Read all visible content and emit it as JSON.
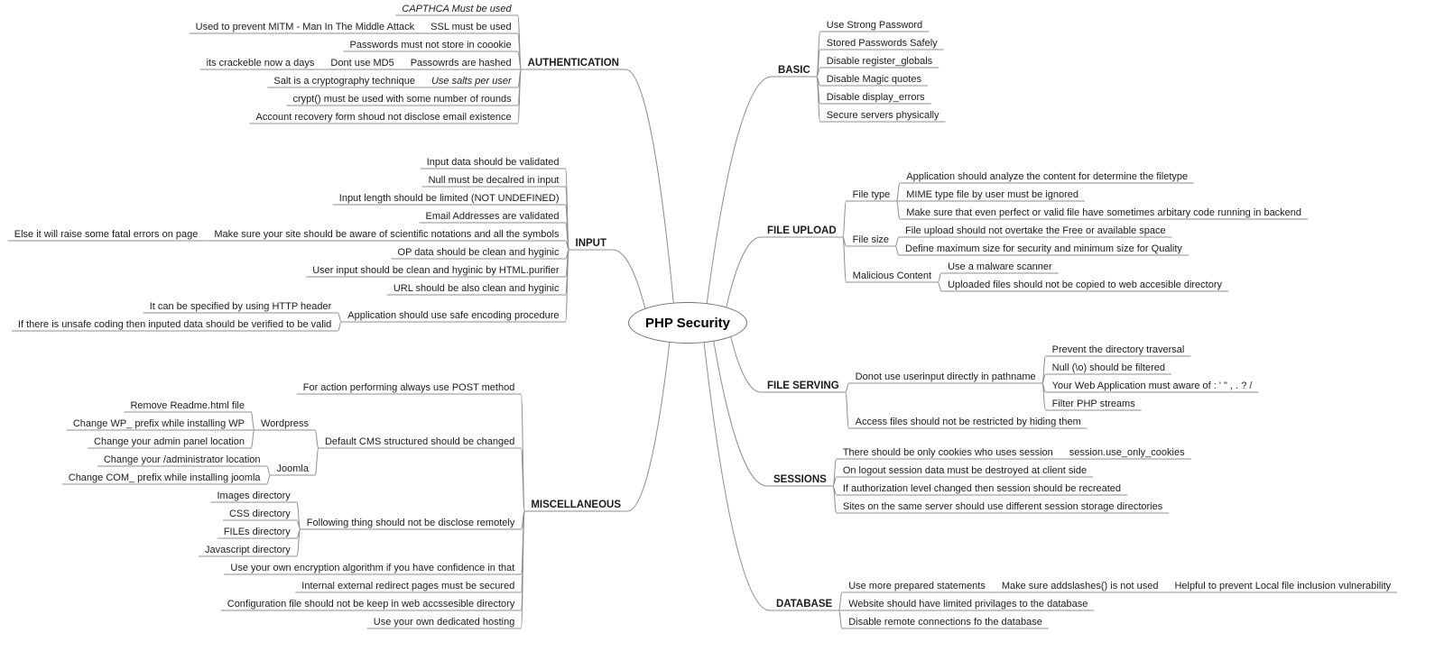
{
  "title": "PHP Security mind map",
  "colors": {
    "background": "#ffffff",
    "edge_line": "#8f8f8f",
    "node_text": "#1c1c1c",
    "root_border": "#707070"
  },
  "root": {
    "label": "PHP Security"
  },
  "left": [
    {
      "label": "AUTHENTICATION",
      "children": [
        {
          "label": "CAPTHCA Must be used",
          "italic": true
        },
        {
          "label": "SSL must be used",
          "children": [
            {
              "label": "Used to prevent MITM - Man In The Middle Attack"
            }
          ]
        },
        {
          "label": "Passwords must not store in coookie"
        },
        {
          "label": "Passowrds are hashed",
          "children": [
            {
              "label": "Dont use MD5",
              "children": [
                {
                  "label": "its crackeble now a days"
                }
              ]
            }
          ]
        },
        {
          "label": "Use salts per user",
          "italic": true,
          "children": [
            {
              "label": "Salt is a cryptography technique"
            }
          ]
        },
        {
          "label": "crypt() must be used with some number of rounds"
        },
        {
          "label": "Account recovery form shoud not disclose email existence"
        }
      ]
    },
    {
      "label": "INPUT",
      "children": [
        {
          "label": "Input data should be validated"
        },
        {
          "label": "Null must be decalred in input"
        },
        {
          "label": "Input length should be limited (NOT UNDEFINED)"
        },
        {
          "label": "Email Addresses are validated"
        },
        {
          "label": "Make sure your site should be aware of scientific notations and all the symbols",
          "children": [
            {
              "label": "Else it will raise some fatal errors on page"
            }
          ]
        },
        {
          "label": "OP data should be clean and hyginic"
        },
        {
          "label": "User input should be clean and hyginic by HTML.purifier"
        },
        {
          "label": "URL should be also clean and hyginic"
        },
        {
          "label": "Application should use safe encoding procedure",
          "children": [
            {
              "label": "It can be specified by using HTTP header"
            },
            {
              "label": "If there is unsafe coding then inputed data should be verified to be valid"
            }
          ]
        }
      ]
    },
    {
      "label": "MISCELLANEOUS",
      "children": [
        {
          "label": "For action performing always use POST method"
        },
        {
          "label": "Default CMS structured should be changed",
          "children": [
            {
              "label": "Wordpress",
              "children": [
                {
                  "label": "Remove Readme.html file"
                },
                {
                  "label": "Change WP_ prefix while installing WP"
                },
                {
                  "label": "Change your admin panel location"
                }
              ]
            },
            {
              "label": "Joomla",
              "children": [
                {
                  "label": "Change your /administrator location"
                },
                {
                  "label": "Change COM_ prefix while installing joomla"
                }
              ]
            }
          ]
        },
        {
          "label": "Following thing should not be disclose remotely",
          "children": [
            {
              "label": "Images directory"
            },
            {
              "label": "CSS directory"
            },
            {
              "label": "FILEs directory"
            },
            {
              "label": "Javascript directory"
            }
          ]
        },
        {
          "label": "Use your own encryption algorithm if you have confidence in that"
        },
        {
          "label": "Internal external redirect pages must be secured"
        },
        {
          "label": "Configuration file should not be keep in web accssesible directory"
        },
        {
          "label": "Use your own dedicated hosting"
        }
      ]
    }
  ],
  "right": [
    {
      "label": "BASIC",
      "children": [
        {
          "label": "Use Strong Password"
        },
        {
          "label": "Stored Passwords Safely"
        },
        {
          "label": "Disable register_globals"
        },
        {
          "label": "Disable Magic quotes"
        },
        {
          "label": "Disable display_errors"
        },
        {
          "label": "Secure servers physically"
        }
      ]
    },
    {
      "label": "FILE UPLOAD",
      "children": [
        {
          "label": "File type",
          "children": [
            {
              "label": "Application should analyze the content for determine the filetype"
            },
            {
              "label": "MIME type file by user must be ignored"
            },
            {
              "label": "Make sure that even perfect or valid file have sometimes arbitary code running in backend"
            }
          ]
        },
        {
          "label": "File size",
          "children": [
            {
              "label": "File upload should not overtake the Free or available space"
            },
            {
              "label": "Define maximum size for security and minimum size for Quality"
            }
          ]
        },
        {
          "label": "Malicious Content",
          "children": [
            {
              "label": "Use a malware scanner"
            },
            {
              "label": "Uploaded files should not be copied to web accesible directory"
            }
          ]
        }
      ]
    },
    {
      "label": "FILE SERVING",
      "children": [
        {
          "label": "Donot use userinput directly in pathname",
          "children": [
            {
              "label": "Prevent the directory traversal"
            },
            {
              "label": "Null (\\o) should be filtered"
            },
            {
              "label": "Your Web Application must aware of : ' \" , . ? /"
            },
            {
              "label": "Filter PHP streams"
            }
          ]
        },
        {
          "label": "Access files should not be restricted by hiding them"
        }
      ]
    },
    {
      "label": "SESSIONS",
      "children": [
        {
          "label": "There should be only cookies who uses session",
          "children": [
            {
              "label": "session.use_only_cookies"
            }
          ]
        },
        {
          "label": "On logout session data must be destroyed at client side"
        },
        {
          "label": "If authorization level changed then session should be recreated"
        },
        {
          "label": "Sites on the same server should use different session storage directories"
        }
      ]
    },
    {
      "label": "DATABASE",
      "children": [
        {
          "label": "Use more prepared statements",
          "children": [
            {
              "label": "Make sure addslashes() is not used",
              "children": [
                {
                  "label": "Helpful to prevent Local file inclusion vulnerability"
                }
              ]
            }
          ]
        },
        {
          "label": "Website should have limited privilages to the database"
        },
        {
          "label": "Disable remote connections fo the database"
        }
      ]
    }
  ]
}
